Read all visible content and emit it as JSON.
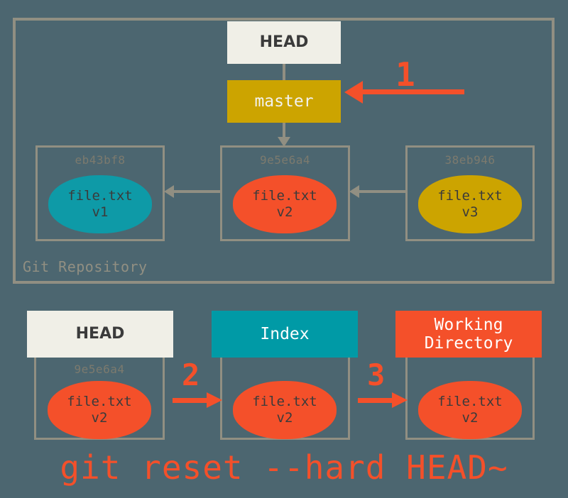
{
  "diagram": {
    "background_color": "#4c6670",
    "caption": "git reset --hard HEAD~",
    "repository": {
      "label": "Git Repository",
      "head_box": {
        "label": "HEAD"
      },
      "branch_box": {
        "label": "master"
      },
      "commits": [
        {
          "sha": "eb43bf8",
          "blob_line1": "file.txt",
          "blob_line2": "v1",
          "color": "#0e9aa7"
        },
        {
          "sha": "9e5e6a4",
          "blob_line1": "file.txt",
          "blob_line2": "v2",
          "color": "#f4502a"
        },
        {
          "sha": "38eb946",
          "blob_line1": "file.txt",
          "blob_line2": "v3",
          "color": "#cca400"
        }
      ]
    },
    "areas": [
      {
        "title": "HEAD",
        "title_color": "#f0efe7",
        "sha": "9e5e6a4",
        "blob_line1": "file.txt",
        "blob_line2": "v2"
      },
      {
        "title": "Index",
        "title_color": "#009aa6",
        "sha": "",
        "blob_line1": "file.txt",
        "blob_line2": "v2"
      },
      {
        "title_line1": "Working",
        "title_line2": "Directory",
        "title_color": "#f4502a",
        "sha": "",
        "blob_line1": "file.txt",
        "blob_line2": "v2"
      }
    ],
    "steps": [
      {
        "number": "1"
      },
      {
        "number": "2"
      },
      {
        "number": "3"
      }
    ],
    "colors": {
      "accent_red": "#f4502a",
      "gold": "#cca400",
      "teal": "#0e9aa7",
      "border_gray": "#918f82",
      "cream": "#f0efe7"
    }
  }
}
